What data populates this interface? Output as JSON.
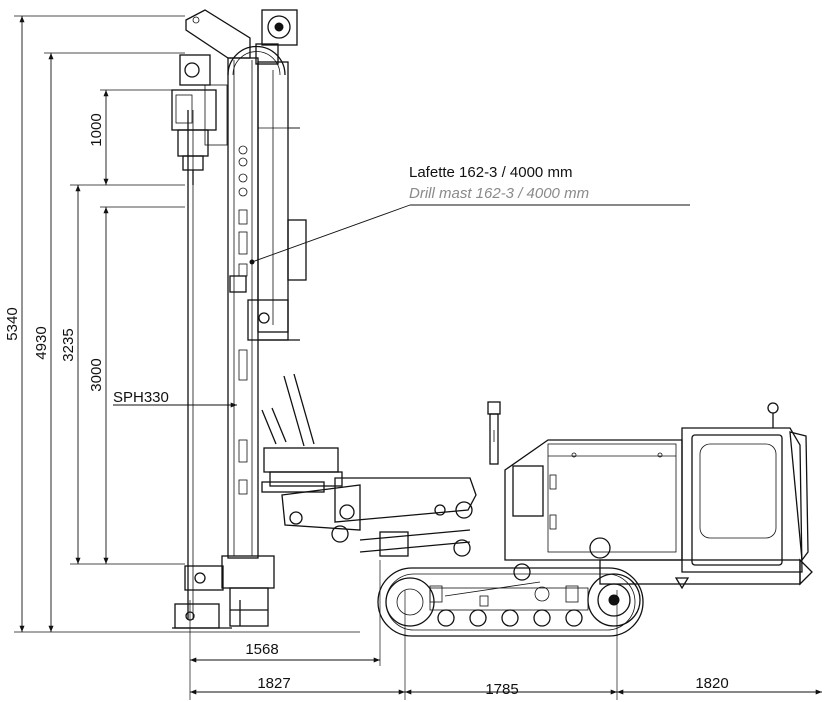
{
  "dimensions": {
    "height_total": "5340",
    "height_mast": "4930",
    "height_3235": "3235",
    "height_3000": "3000",
    "height_1000": "1000",
    "width_1568": "1568",
    "width_1827": "1827",
    "width_1785": "1785",
    "width_1820": "1820"
  },
  "labels": {
    "mast_de": "Lafette 162-3 / 4000 mm",
    "mast_en": "Drill mast 162-3 / 4000 mm",
    "rotary_head": "SPH330"
  }
}
